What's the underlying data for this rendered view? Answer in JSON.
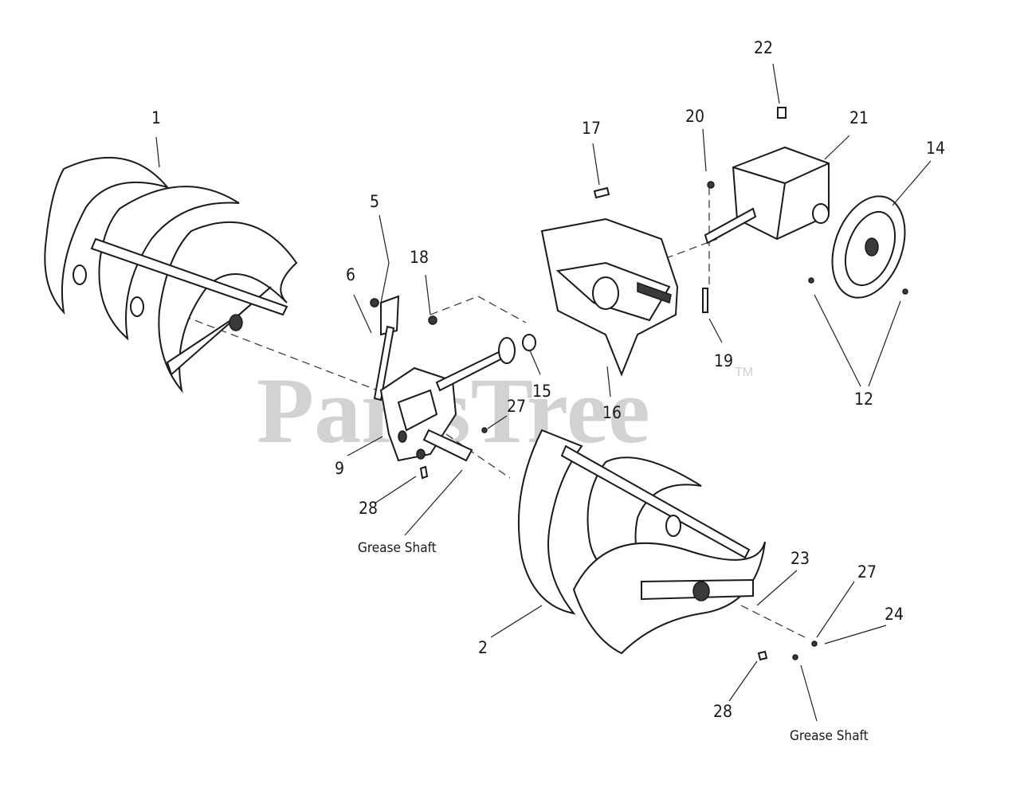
{
  "watermark": {
    "brand": "PartsTree",
    "trademark": "TM"
  },
  "callouts": {
    "c1": "1",
    "c2": "2",
    "c5": "5",
    "c6": "6",
    "c9": "9",
    "c12": "12",
    "c14": "14",
    "c15": "15",
    "c16": "16",
    "c17": "17",
    "c18": "18",
    "c19": "19",
    "c20": "20",
    "c21": "21",
    "c22": "22",
    "c23": "23",
    "c24": "24",
    "c27a": "27",
    "c27b": "27",
    "c28a": "28",
    "c28b": "28"
  },
  "notes": {
    "grease_left": "Grease Shaft",
    "grease_right": "Grease Shaft"
  }
}
